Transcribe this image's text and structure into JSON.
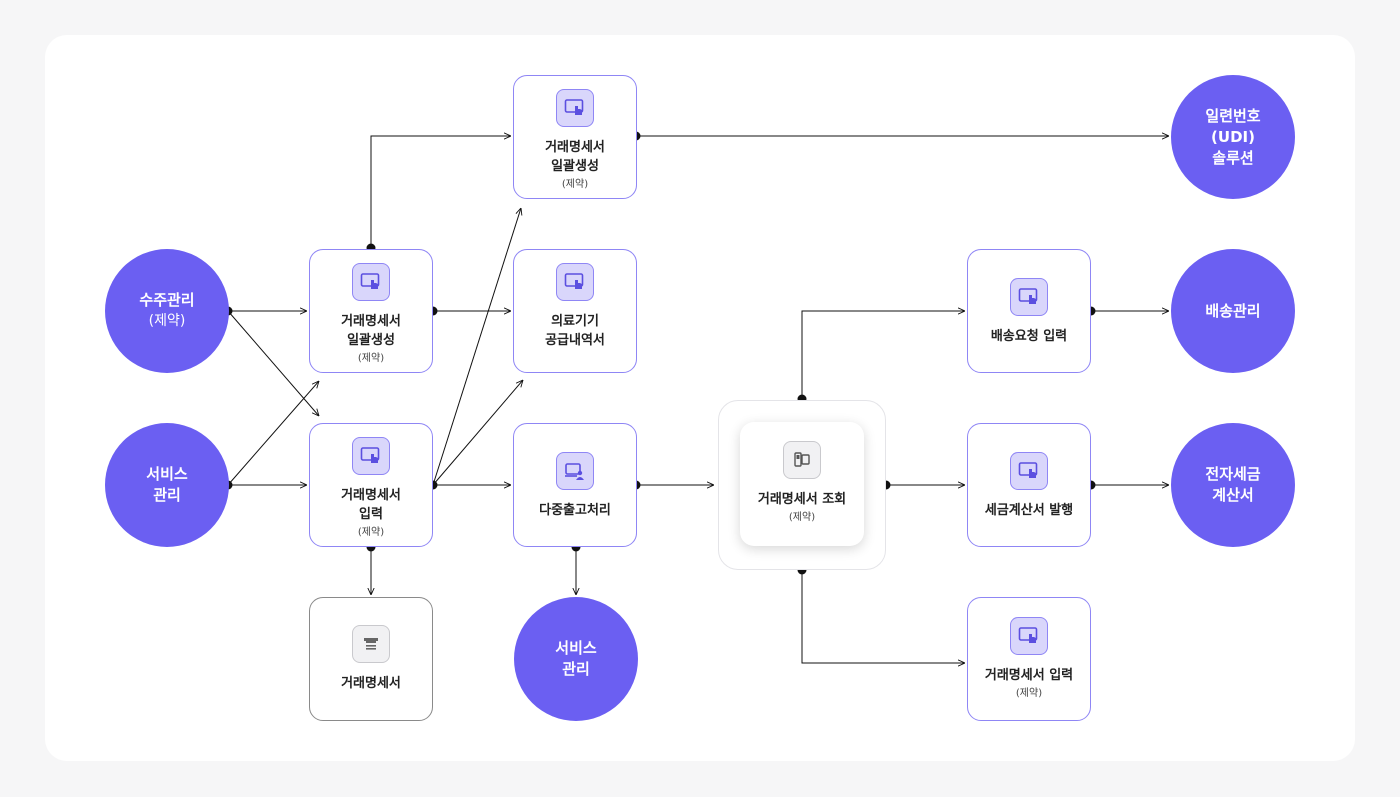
{
  "circles": {
    "order_mgmt": {
      "line1": "수주관리",
      "line2": "(제약)"
    },
    "service_mgmt_left": {
      "line1": "서비스",
      "line2": "관리"
    },
    "service_mgmt_bottom": {
      "line1": "서비스",
      "line2": "관리"
    },
    "udi_solution": {
      "line1": "일련번호",
      "line2": "(UDI)",
      "line3": "솔루션"
    },
    "delivery_mgmt": {
      "line1": "배송관리"
    },
    "e_tax_invoice": {
      "line1": "전자세금",
      "line2": "계산서"
    }
  },
  "boxes": {
    "batch_create_top": {
      "line1": "거래명세서",
      "line2": "일괄생성",
      "note": "(제약)"
    },
    "batch_create_mid": {
      "line1": "거래명세서",
      "line2": "일괄생성",
      "note": "(제약)"
    },
    "statement_input": {
      "line1": "거래명세서",
      "line2": "입력",
      "note": "(제약)"
    },
    "statement_doc": {
      "line1": "거래명세서"
    },
    "medical_supply": {
      "line1": "의료기기",
      "line2": "공급내역서"
    },
    "multi_shipment": {
      "line1": "다중출고처리"
    },
    "statement_inquiry": {
      "line1": "거래명세서 조회",
      "note": "(제약)"
    },
    "delivery_request": {
      "line1": "배송요청 입력"
    },
    "tax_invoice_issue": {
      "line1": "세금계산서 발행"
    },
    "statement_input_right": {
      "line1": "거래명세서 입력",
      "note": "(제약)"
    }
  },
  "colors": {
    "accent": "#6b5ff2",
    "icon_bg": "#d9d6fb",
    "border": "#8f86f5",
    "line": "#111111"
  }
}
